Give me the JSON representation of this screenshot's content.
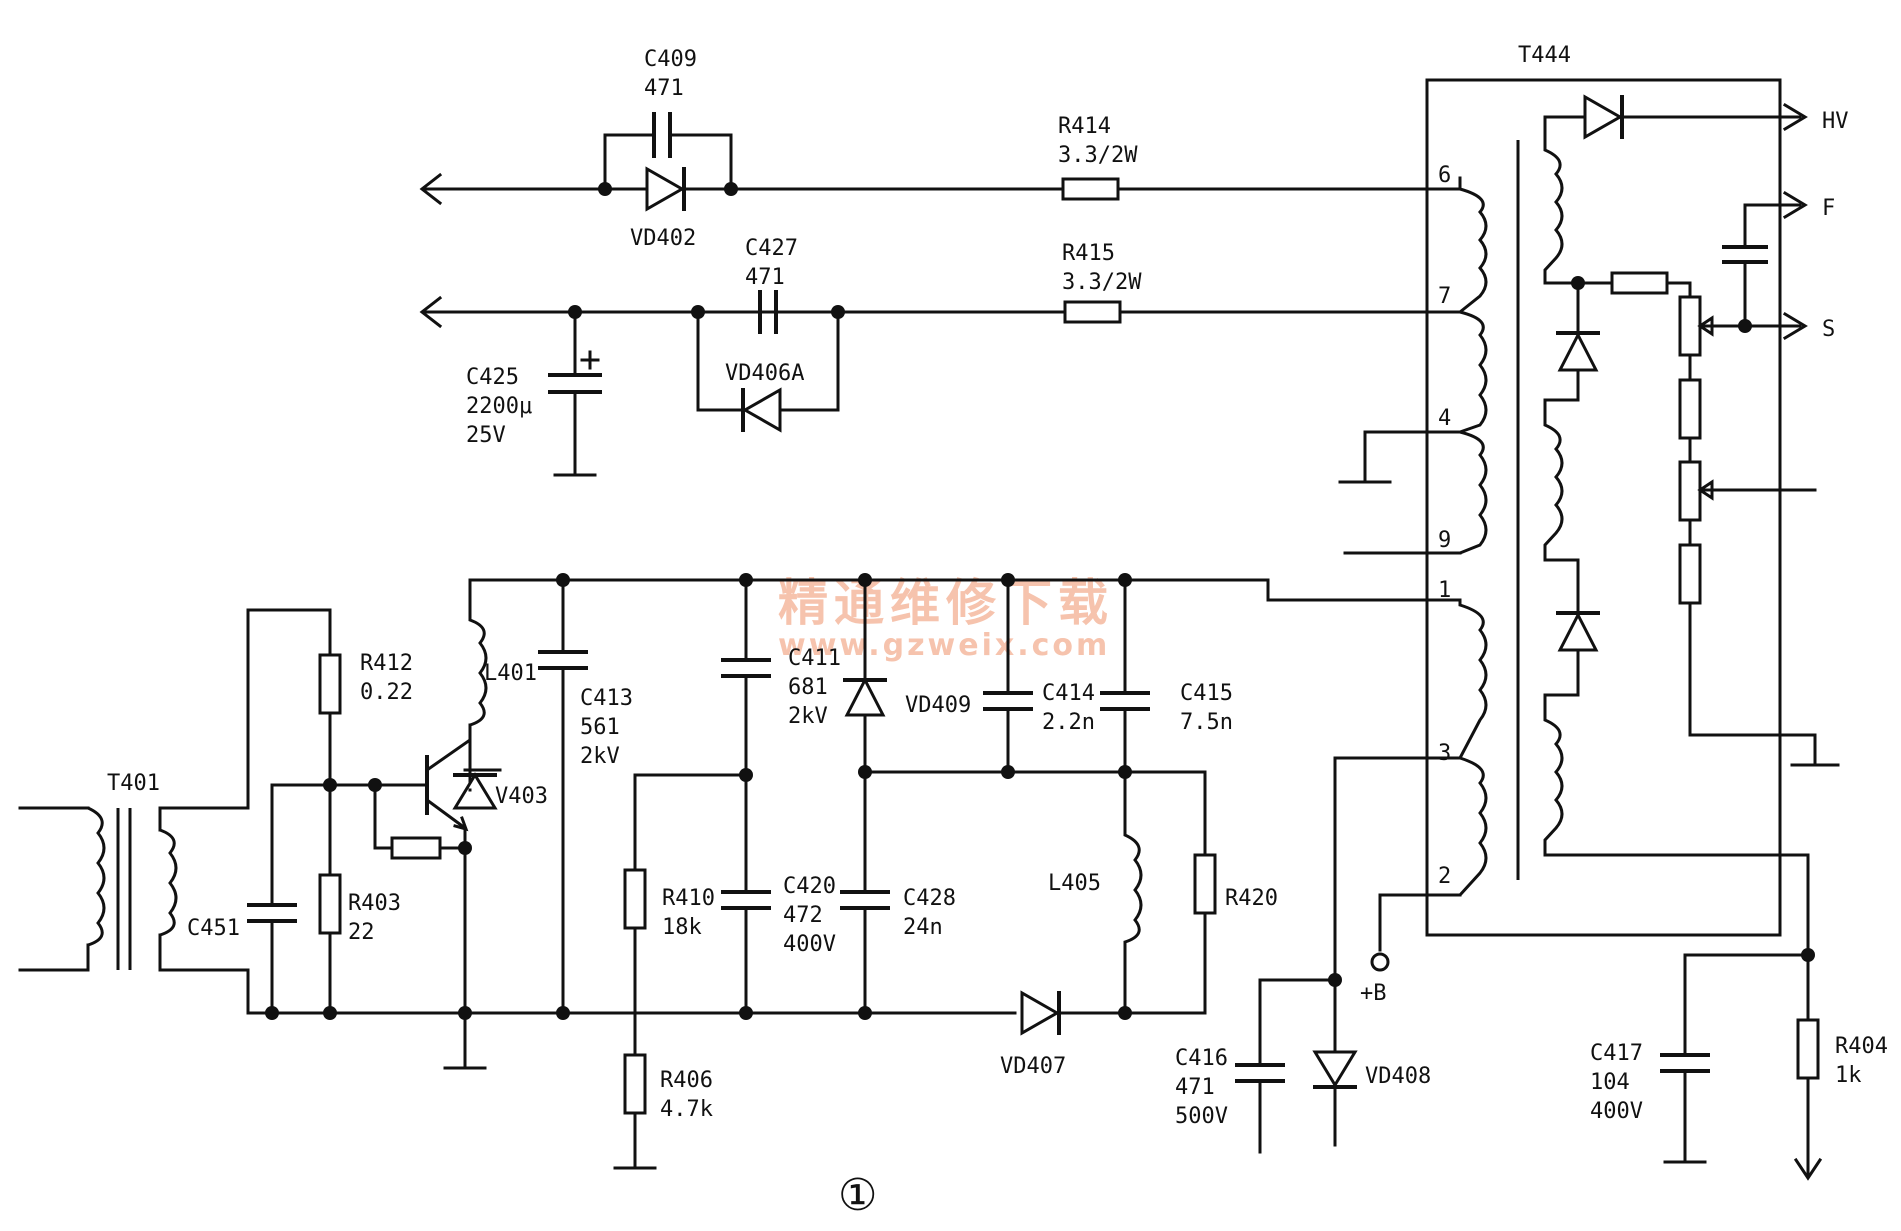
{
  "watermark": {
    "site_name": "精通维修下载",
    "url": "www.gzweix.com"
  },
  "figure_number": "①",
  "transformers": {
    "t401": "T401",
    "t444": "T444"
  },
  "t444_pins": [
    "6",
    "7",
    "4",
    "9",
    "1",
    "3",
    "2"
  ],
  "outputs": {
    "hv": "HV",
    "f": "F",
    "s": "S",
    "b_plus": "+B"
  },
  "components": {
    "c409": [
      "C409",
      "471"
    ],
    "vd402": [
      "VD402"
    ],
    "r414": [
      "R414",
      "3.3/2W"
    ],
    "c427": [
      "C427",
      "471"
    ],
    "r415": [
      "R415",
      "3.3/2W"
    ],
    "c425": [
      "C425",
      "2200μ",
      "25V"
    ],
    "vd406a": [
      "VD406A"
    ],
    "r412": [
      "R412",
      "0.22"
    ],
    "l401": [
      "L401"
    ],
    "c413": [
      "C413",
      "561",
      "2kV"
    ],
    "c411": [
      "C411",
      "681",
      "2kV"
    ],
    "vd409": [
      "VD409"
    ],
    "c414": [
      "C414",
      "2.2n"
    ],
    "c415": [
      "C415",
      "7.5n"
    ],
    "v403": [
      "V403"
    ],
    "c451": [
      "C451"
    ],
    "r403": [
      "R403",
      "22"
    ],
    "r410": [
      "R410",
      "18k"
    ],
    "c420": [
      "C420",
      "472",
      "400V"
    ],
    "c428": [
      "C428",
      "24n"
    ],
    "l405": [
      "L405"
    ],
    "r420": [
      "R420"
    ],
    "r406": [
      "R406",
      "4.7k"
    ],
    "vd407": [
      "VD407"
    ],
    "c416": [
      "C416",
      "471",
      "500V"
    ],
    "vd408": [
      "VD408"
    ],
    "c417": [
      "C417",
      "104",
      "400V"
    ],
    "r404": [
      "R404",
      "1k"
    ]
  }
}
